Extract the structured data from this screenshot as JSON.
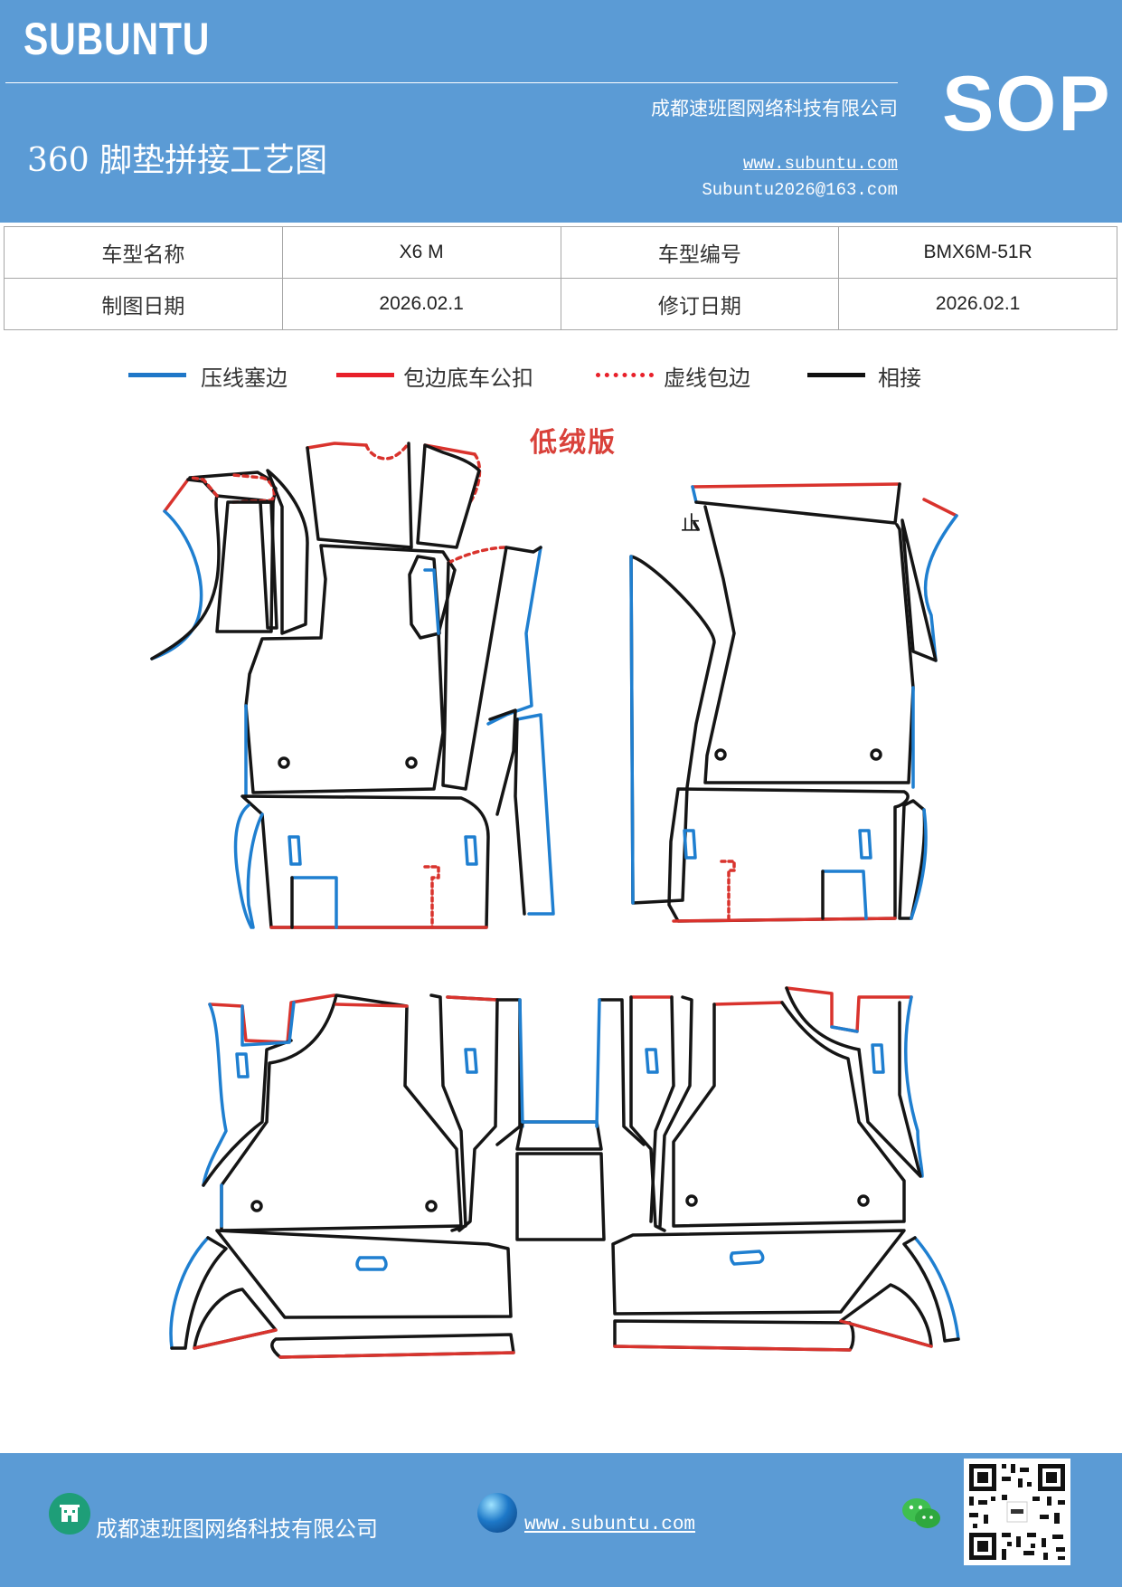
{
  "header": {
    "brand": "SUBUNTU",
    "company": "成都速班图网络科技有限公司",
    "title": "360 脚垫拼接工艺图",
    "website": "www.subuntu.com",
    "email": "Subuntu2026@163.com",
    "sop": "SOP"
  },
  "info": {
    "model_name_label": "车型名称",
    "model_name_value": "X6 M",
    "model_code_label": "车型编号",
    "model_code_value": "BMX6M-51R",
    "draw_date_label": "制图日期",
    "draw_date_value": "2026.02.1",
    "revise_date_label": "修订日期",
    "revise_date_value": "2026.02.1"
  },
  "legend": [
    {
      "label": "压线塞边",
      "color": "#1f77c8",
      "style": "solid"
    },
    {
      "label": "包边底车公扣",
      "color": "#e8202a",
      "style": "solid"
    },
    {
      "label": "虚线包边",
      "color": "#e8202a",
      "style": "dotted"
    },
    {
      "label": "相接",
      "color": "#111111",
      "style": "solid"
    }
  ],
  "diagram": {
    "edition": "低绒版",
    "mark": "止",
    "colors": {
      "blue": "#1f7fd0",
      "red": "#d9332d",
      "black": "#151515"
    }
  },
  "footer": {
    "company": "成都速班图网络科技有限公司",
    "website": "www.subuntu.com ",
    "icons": [
      "building-icon",
      "globe-icon",
      "wechat-icon",
      "qr-code"
    ]
  }
}
